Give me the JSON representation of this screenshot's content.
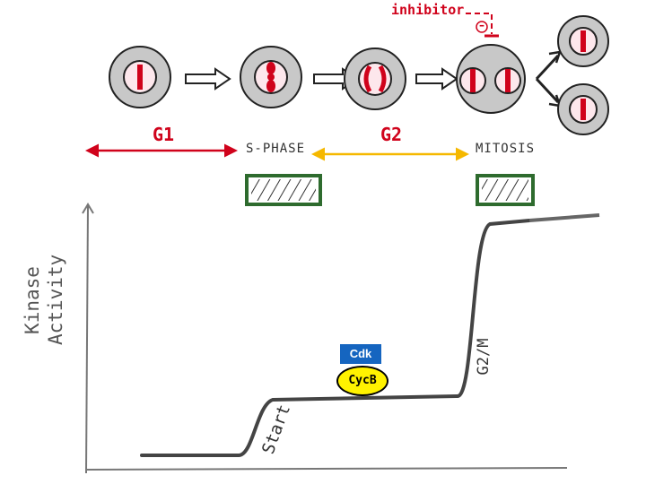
{
  "labels": {
    "inhibitor": "inhibitor",
    "inhibitor_sign": "–",
    "g1": "G1",
    "g2": "G2",
    "s_phase": "S-PHASE",
    "mitosis": "MITOSIS",
    "kinase_line1": "Kinase",
    "kinase_line2": "Activity",
    "start": "Start",
    "g2m": "G2/M",
    "cdk": "Cdk",
    "cycb": "CycB"
  },
  "colors": {
    "cell_outer": "#c8c8c8",
    "cell_nucleus": "#fde7ec",
    "chromosome": "#d0021b",
    "g1_arrow": "#d0021b",
    "g2_arrow": "#f5b800",
    "phase_box": "#2e6b2e",
    "cdk": "#1565c0",
    "cycb": "#fff200"
  },
  "icons": [
    "cell-icon",
    "chromosome-icon",
    "arrow-right-icon",
    "inhibition-bar-icon"
  ]
}
